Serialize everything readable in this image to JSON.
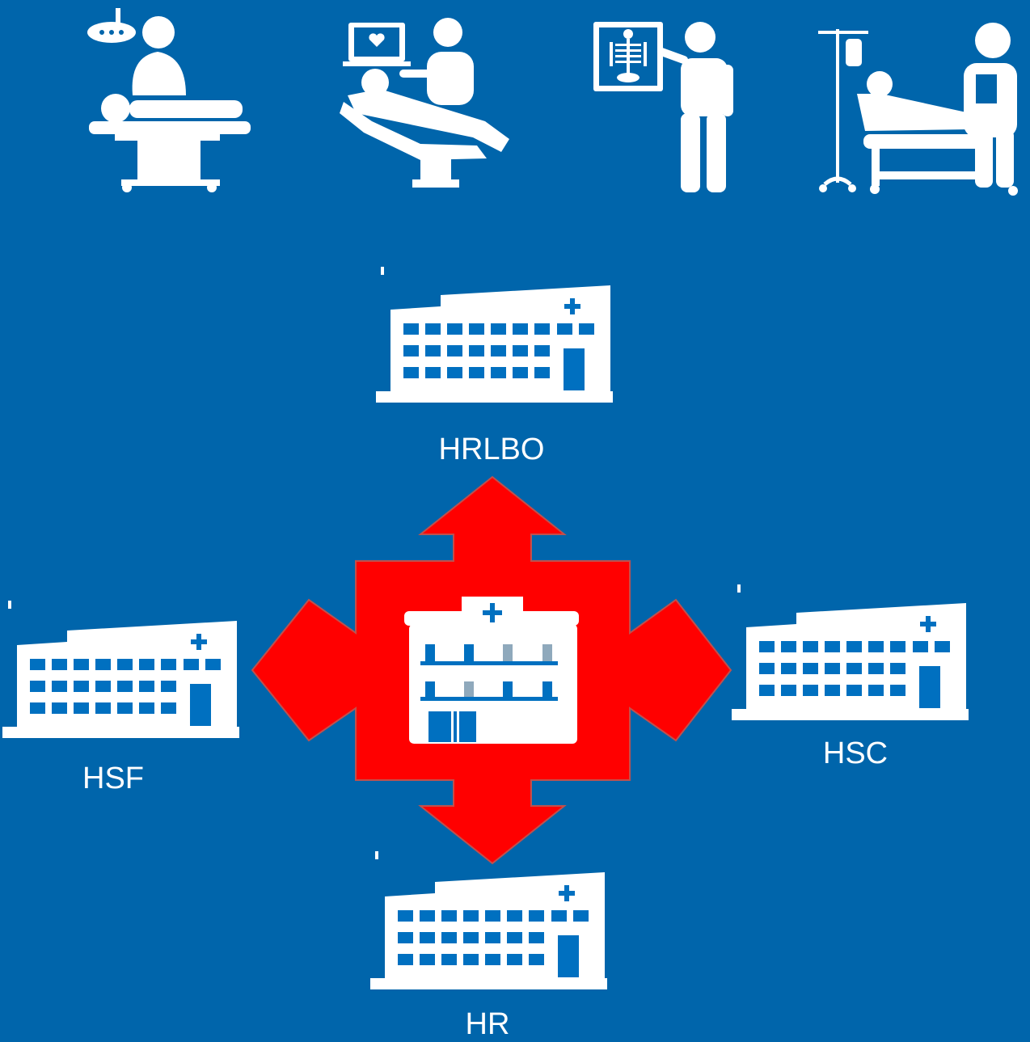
{
  "colors": {
    "background": "#0065AB",
    "arrow": "#FF0000",
    "arrow_outline": "#C0504D",
    "icon_white": "#FFFFFF",
    "window_blue": "#0070C0",
    "window_muted": "#8FA9BC"
  },
  "top_icons": [
    {
      "name": "surgeon-operating-icon"
    },
    {
      "name": "ultrasound-exam-icon"
    },
    {
      "name": "xray-doctor-icon"
    },
    {
      "name": "patient-iv-bed-icon"
    }
  ],
  "hospitals": {
    "north": {
      "label": "HRLBO",
      "icon": "hospital-building-icon"
    },
    "west": {
      "label": "HSF",
      "icon": "hospital-building-icon"
    },
    "east": {
      "label": "HSC",
      "icon": "hospital-building-icon"
    },
    "south": {
      "label": "HR",
      "icon": "hospital-building-icon"
    }
  },
  "center": {
    "icon": "central-hospital-icon",
    "arrow": "four-way-arrow-icon"
  }
}
